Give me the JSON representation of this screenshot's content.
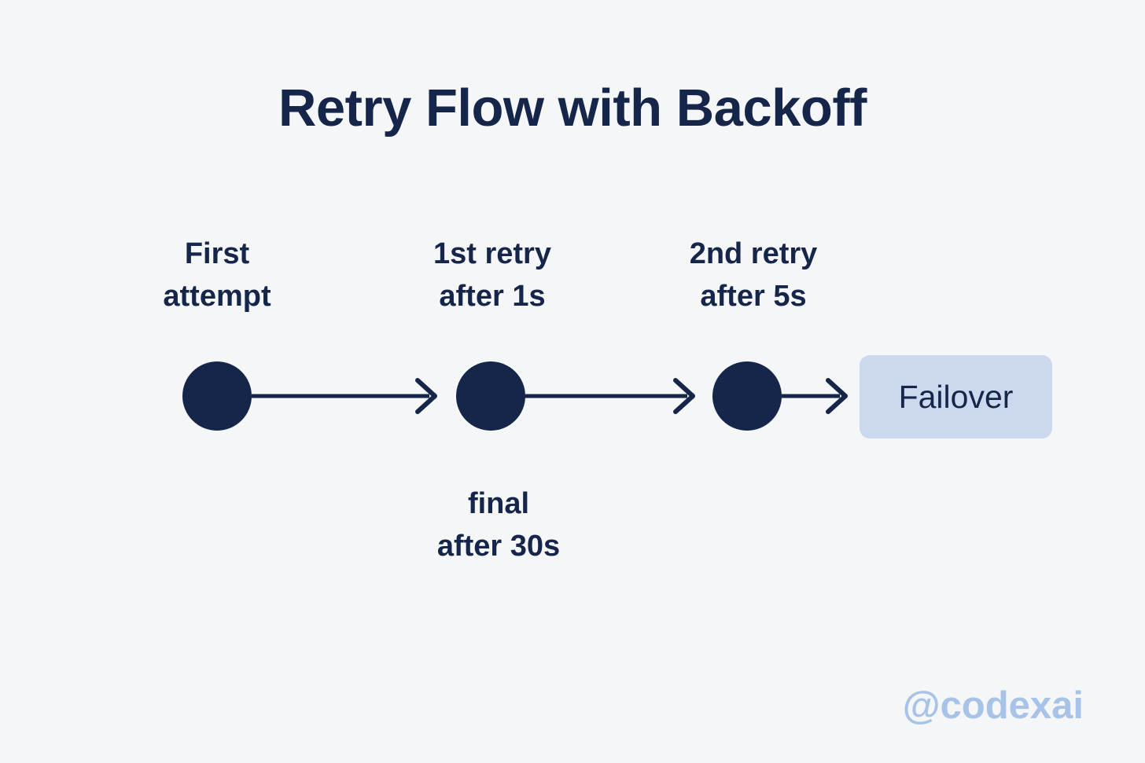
{
  "title": "Retry Flow with Backoff",
  "background_color": "#f5f6f8",
  "accent_color": "#16264a",
  "terminal_fill_color": "#ccd8ee",
  "watermark_color": "#a8c3e8",
  "nodes": [
    {
      "id": "first-attempt",
      "label": "First\nattempt",
      "shape": "circle"
    },
    {
      "id": "first-retry",
      "label": "1st retry\nafter 1s",
      "shape": "circle",
      "sublabel": "final\nafter 30s"
    },
    {
      "id": "second-retry",
      "label": "2nd retry\nafter 5s",
      "shape": "circle"
    },
    {
      "id": "failover",
      "label": "Failover",
      "shape": "rounded-rect"
    }
  ],
  "edges": [
    {
      "from": "first-attempt",
      "to": "first-retry",
      "style": "arrow"
    },
    {
      "from": "first-retry",
      "to": "second-retry",
      "style": "arrow"
    },
    {
      "from": "second-retry",
      "to": "failover",
      "style": "arrow"
    }
  ],
  "watermark": "@codexai"
}
